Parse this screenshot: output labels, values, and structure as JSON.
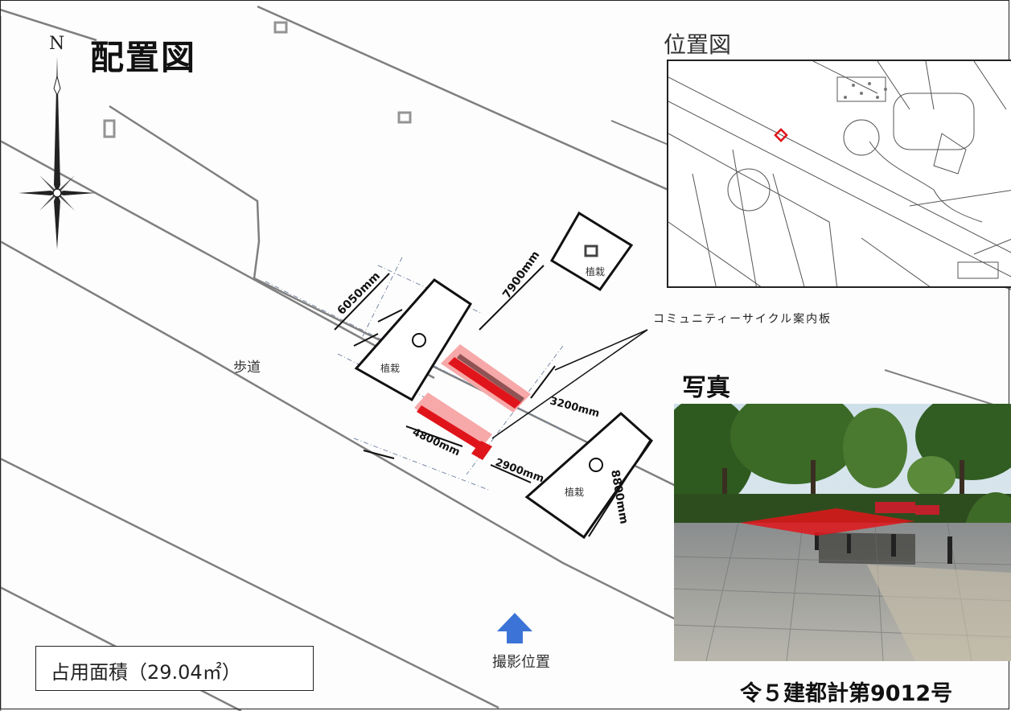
{
  "title": "配置図",
  "compass": {
    "north_label": "N"
  },
  "location_map": {
    "title": "位置図"
  },
  "photo": {
    "title": "写真"
  },
  "labels": {
    "sidewalk": "歩道",
    "planting": "植栽",
    "community_cycle_sign": "コミュニティーサイクル案内板",
    "shooting_position": "撮影位置"
  },
  "dimensions": {
    "d6050": "6050mm",
    "d7900": "7900mm",
    "d3200": "3200mm",
    "d4800": "4800mm",
    "d2900": "2900mm",
    "d8800": "8800mm"
  },
  "area": {
    "label": "占用面積（29.04㎡）"
  },
  "document_number": "令５建都計第9012号",
  "colors": {
    "occupancy_fill": "#f7a8a8",
    "occupancy_dark": "#e0151b",
    "arrow": "#3b74d6",
    "marker": "#e0151b"
  }
}
